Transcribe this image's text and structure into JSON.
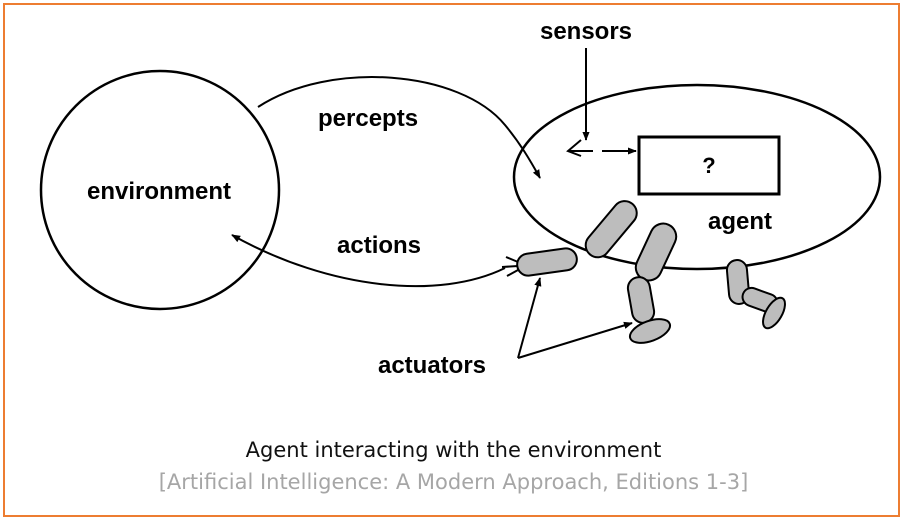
{
  "diagram": {
    "labels": {
      "sensors": "sensors",
      "percepts": "percepts",
      "environment": "environment",
      "agent": "agent",
      "actions": "actions",
      "actuators": "actuators",
      "unknown": "?"
    }
  },
  "caption": {
    "title": "Agent interacting with the environment",
    "source": "[Artificial Intelligence: A Modern Approach, Editions 1-3]"
  },
  "colors": {
    "frame": "#ED7D31",
    "limb_fill": "#bdbdbd",
    "stroke": "#000000"
  }
}
